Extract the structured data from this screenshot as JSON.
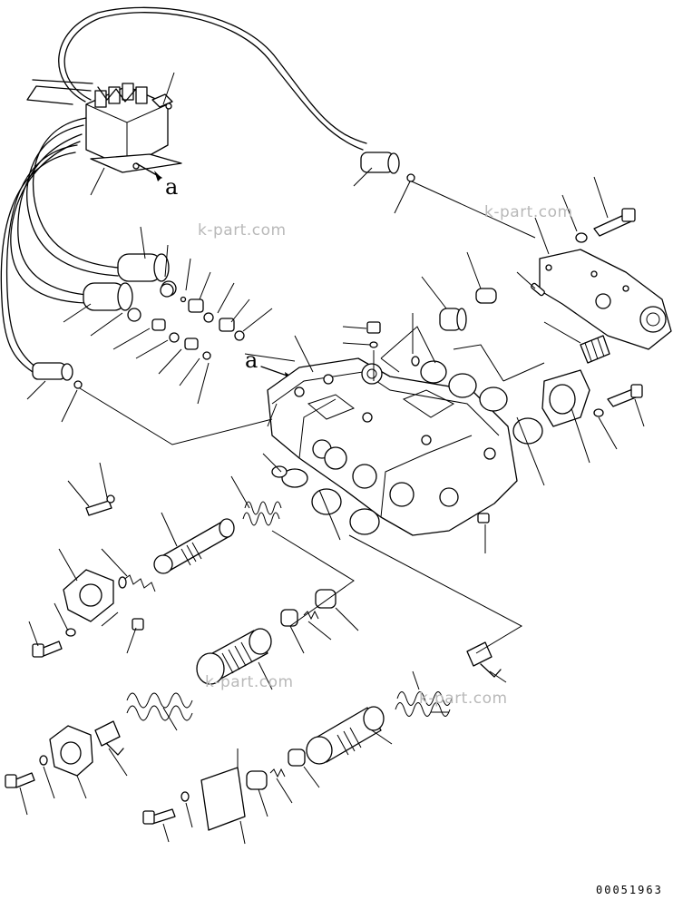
{
  "watermark": "k-part.com",
  "callout_label": "a",
  "drawing_number": "00051963"
}
